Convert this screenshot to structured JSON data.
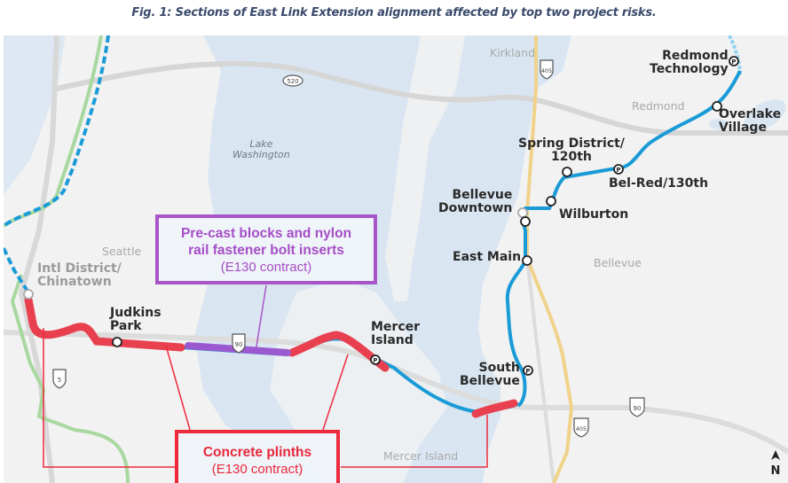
{
  "caption": "Fig. 1: Sections of East Link Extension alignment affected by top two project risks.",
  "map": {
    "water_labels": {
      "lake_washington": "Lake\nWashington"
    },
    "city_labels": {
      "kirkland": "Kirkland",
      "redmond": "Redmond",
      "seattle": "Seattle",
      "bellevue": "Bellevue",
      "mercer_island": "Mercer Island"
    },
    "highway_shields": [
      {
        "id": "sr520",
        "label": "520"
      },
      {
        "id": "i405_north",
        "label": "405"
      },
      {
        "id": "i90_bridge",
        "label": "90"
      },
      {
        "id": "i5",
        "label": "5"
      },
      {
        "id": "i90_east",
        "label": "90"
      },
      {
        "id": "i405_south",
        "label": "405"
      }
    ],
    "stations": [
      {
        "id": "intl_district",
        "label": "Intl District/\nChinatown",
        "existing": true
      },
      {
        "id": "judkins_park",
        "label": "Judkins\nPark"
      },
      {
        "id": "mercer_island",
        "label": "Mercer\nIsland",
        "park_ride": true
      },
      {
        "id": "south_bellevue",
        "label": "South\nBellevue",
        "park_ride": true
      },
      {
        "id": "east_main",
        "label": "East Main"
      },
      {
        "id": "bellevue_downtown",
        "label": "Bellevue\nDowntown"
      },
      {
        "id": "wilburton",
        "label": "Wilburton"
      },
      {
        "id": "spring_district",
        "label": "Spring District/\n120th"
      },
      {
        "id": "bel_red",
        "label": "Bel-Red/130th",
        "park_ride": true
      },
      {
        "id": "overlake_village",
        "label": "Overlake\nVillage"
      },
      {
        "id": "redmond_technology",
        "label": "Redmond\nTechnology",
        "park_ride": true
      }
    ],
    "callouts": {
      "precast": {
        "title_line1": "Pre-cast blocks and nylon",
        "title_line2": "rail fastener bolt inserts",
        "subtitle": "(E130 contract)",
        "color": "#a855c8"
      },
      "plinths": {
        "title": "Concrete plinths",
        "subtitle": "(E130 contract)",
        "color": "#ee2a3d"
      }
    },
    "north_arrow": "N",
    "colors": {
      "line": "#1a9bd7",
      "risk_plinths": "#e8404f",
      "risk_precast": "#9b59d0",
      "water": "#d9e6f2",
      "land": "#f2f2f2",
      "road": "#d7d7d7",
      "i405": "#f0d28a",
      "green_line": "#a8d8a0"
    }
  }
}
